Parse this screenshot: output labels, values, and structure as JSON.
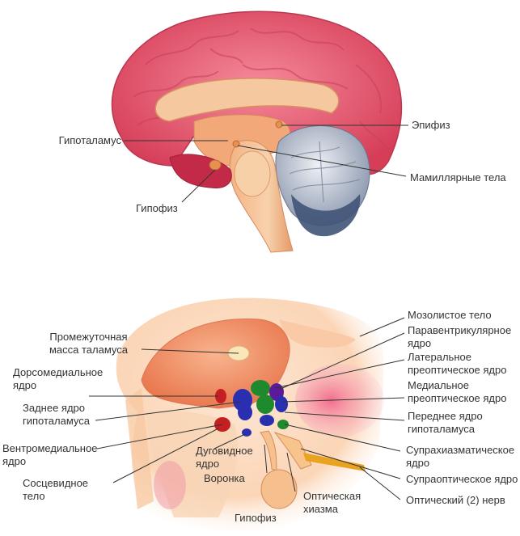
{
  "top_figure": {
    "labels": {
      "hypothalamus": "Гипоталамус",
      "pituitary": "Гипофиз",
      "epiphysis": "Эпифиз",
      "mamillary_bodies": "Мамиллярные тела"
    }
  },
  "bottom_figure": {
    "labels": {
      "interthalamic_mass": "Промежуточная\nмасса таламуса",
      "dorsomedial_nucleus": "Дорсомедиальное\nядро",
      "posterior_nucleus": "Заднее ядро\nгипоталамуса",
      "ventromedial_nucleus": "Вентромедиальное\nядро",
      "mamillary_body": "Сосцевидное\nтело",
      "arcuate_nucleus": "Дуговидное\nядро",
      "infundibulum": "Воронка",
      "pituitary": "Гипофиз",
      "optic_chiasm": "Оптическая\nхиазма",
      "corpus_callosum": "Мозолистое тело",
      "paraventricular_nucleus": "Паравентрикулярное\nядро",
      "lateral_preoptic_nucleus": "Латеральное\nпреоптическое ядро",
      "medial_preoptic_nucleus": "Медиальное\nпреоптическое ядро",
      "anterior_nucleus": "Переднее ядро\nгипоталамуса",
      "suprachiasmatic_nucleus": "Супрахиазматическое\nядро",
      "supraoptic_nucleus": "Супраоптическое ядро",
      "optic_nerve": "Оптический (2) нерв"
    }
  },
  "colors": {
    "cortex": "#e2536b",
    "cortex_light": "#f07a8c",
    "diencephalon": "#f5b98a",
    "brainstem": "#f1c49b",
    "cerebellum": "#b9c1cf",
    "cerebellum_dark": "#405478",
    "nucleus_green": "#1f8a2d",
    "nucleus_blue": "#2a2fb0",
    "nucleus_purple": "#5a1a9a",
    "nucleus_red": "#c41f22"
  }
}
